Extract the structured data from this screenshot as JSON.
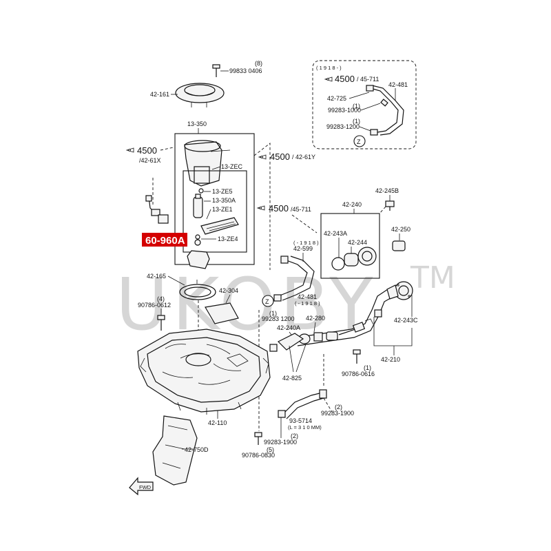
{
  "watermark": {
    "text": "UKOBY",
    "tm": "TM"
  },
  "highlight": {
    "label": "60-960A",
    "color": "#d40000"
  },
  "inset": {
    "range": "( 1 9 1 8 - )",
    "zone": "Z"
  },
  "zone_marker": "Z",
  "front_marker": "FWD",
  "labels": {
    "l_99833": "99833 0406",
    "l_8": "(8)",
    "l_42161": "42-161",
    "l_13350": "13-350",
    "l_4500a": "4500",
    "l_4261x": "/42-61X",
    "l_4500b": "4500",
    "l_4261y": "/ 42-61Y",
    "l_13zec": "13-ZEC",
    "l_13ze5": "13-ZE5",
    "l_13350a": "13-350A",
    "l_13ze1": "13-ZE1",
    "l_13ze4": "13-ZE4",
    "l_4500c": "4500",
    "l_45711a": "/45-711",
    "l_42240": "42-240",
    "l_42245b": "42-245B",
    "l_42250": "42-250",
    "l_42243a": "42-243A",
    "l_42244": "42-244",
    "l_1918a": "( - 1 9 1 8 )",
    "l_42599": "42-599",
    "l_42165": "42-165",
    "l_4": "(4)",
    "l_90786a": "90786-0612",
    "l_42304": "42-304",
    "l_42481a": "42-481",
    "l_1918b": "( - 1 9 1 8 )",
    "l_1a": "(1)",
    "l_99283a": "99283 1200",
    "l_42240a": "42-240A",
    "l_42280": "42-280",
    "l_42243c": "42-243C",
    "l_42210": "42-210",
    "l_1b": "(1)",
    "l_90786b": "90786-0616",
    "l_42825": "42-825",
    "l_2a": "(2)",
    "l_99283b": "99283-1900",
    "l_935714": "93-5714",
    "l_l310": "(L = 3 1 0 MM)",
    "l_2b": "(2)",
    "l_99283c": "99283-1900",
    "l_42110": "42-110",
    "l_42750d": "42-750D",
    "l_5": "(5)",
    "l_90786c": "90786-0830",
    "l_4500d": "4500",
    "l_45711b": "/ 45-711",
    "l_42725": "42-725",
    "l_1c": "(1)",
    "l_99283d": "99283-1000",
    "l_1d": "(1)",
    "l_99283e": "99283-1200",
    "l_42481b": "42-481"
  }
}
